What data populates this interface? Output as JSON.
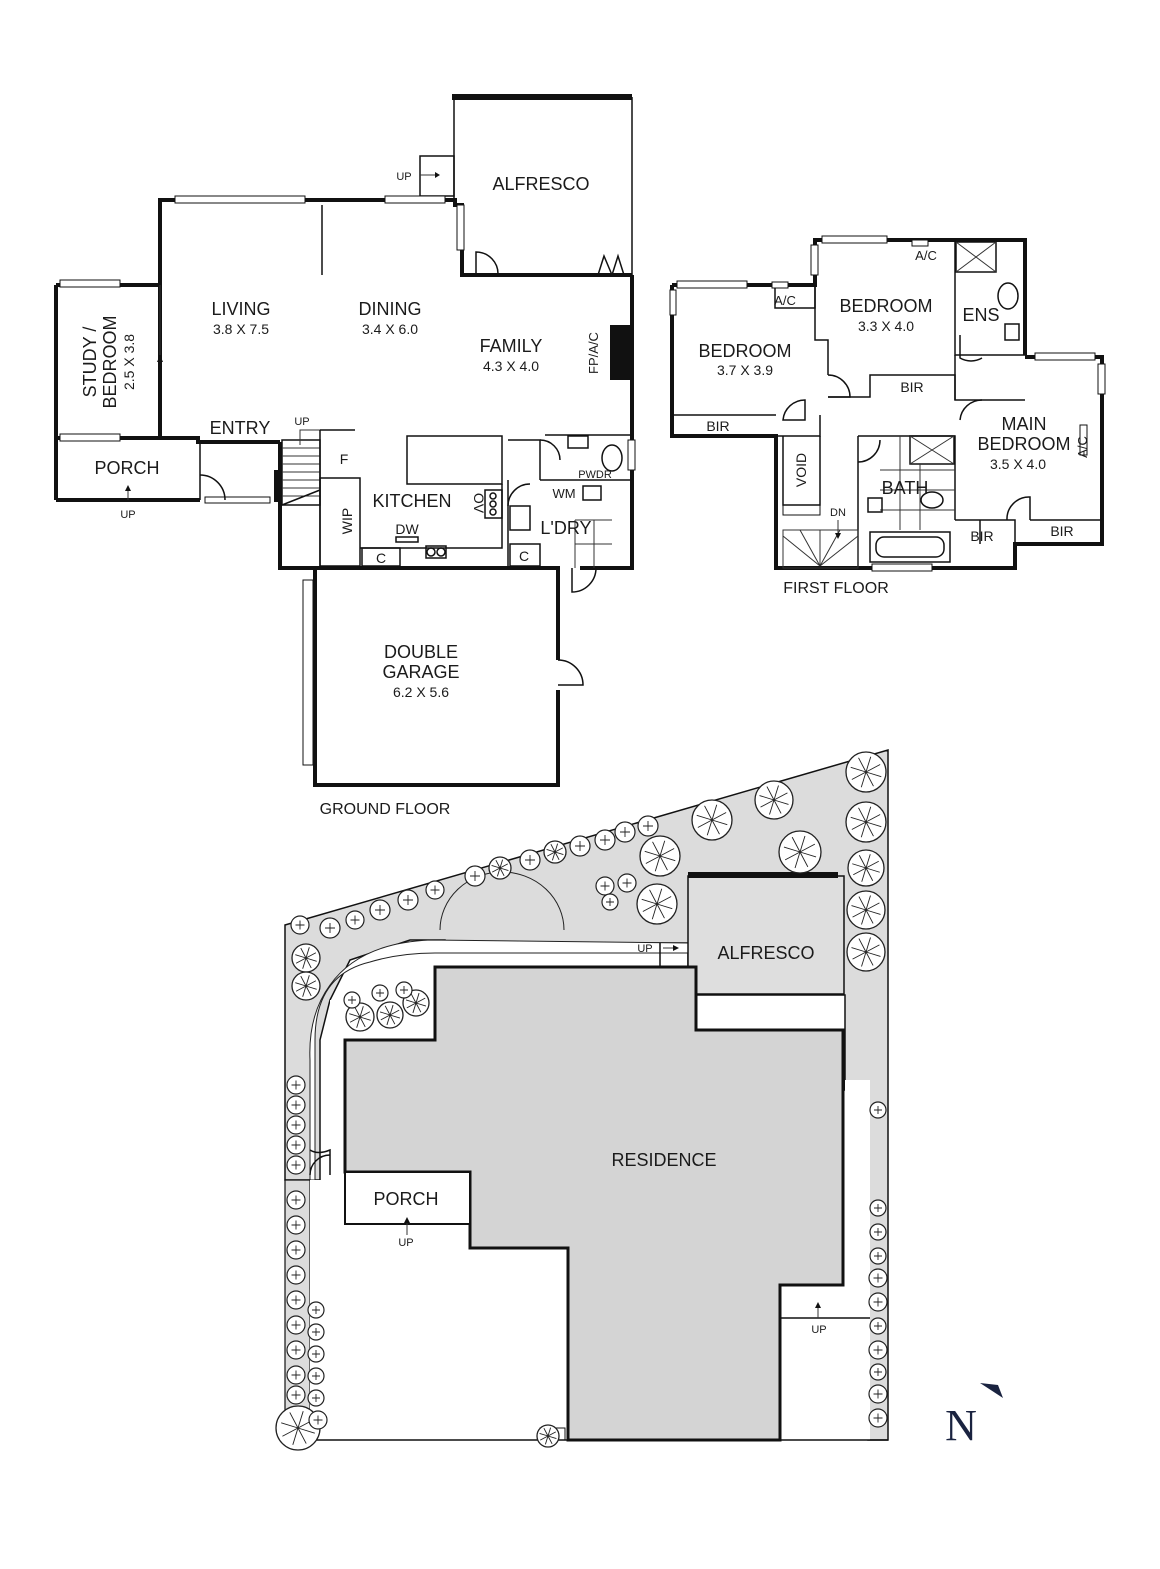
{
  "ground_floor": {
    "caption": "GROUND FLOOR",
    "alfresco": "ALFRESCO",
    "up_alfresco": "UP",
    "living": {
      "name": "LIVING",
      "size": "3.8 X 7.5"
    },
    "dining": {
      "name": "DINING",
      "size": "3.4 X 6.0"
    },
    "family": {
      "name": "FAMILY",
      "size": "4.3 X 4.0"
    },
    "fp_ac": "FP/A/C",
    "study": {
      "name_line1": "STUDY /",
      "name_line2": "BEDROOM",
      "size": "2.5 X 3.8"
    },
    "entry": "ENTRY",
    "up_entry": "UP",
    "porch": "PORCH",
    "up_porch": "UP",
    "fridge": "F",
    "kitchen": "KITCHEN",
    "wip": "WIP",
    "oven": "OV",
    "dw": "DW",
    "cupboard1": "C",
    "cupboard2": "C",
    "pwdr": "PWDR",
    "wm": "WM",
    "laundry": "L'DRY",
    "garage": {
      "name_line1": "DOUBLE",
      "name_line2": "GARAGE",
      "size": "6.2 X 5.6"
    }
  },
  "first_floor": {
    "caption": "FIRST FLOOR",
    "bedroom2": {
      "name": "BEDROOM",
      "size": "3.7 X 3.9",
      "ac": "A/C",
      "bir": "BIR"
    },
    "bedroom3": {
      "name": "BEDROOM",
      "size": "3.3 X 4.0",
      "ac": "A/C",
      "bir": "BIR"
    },
    "ens": "ENS",
    "main_bedroom": {
      "name_line1": "MAIN",
      "name_line2": "BEDROOM",
      "size": "3.5 X 4.0",
      "ac": "A/C",
      "bir1": "BIR",
      "bir2": "BIR"
    },
    "void": "VOID",
    "dn": "DN",
    "bath": "BATH"
  },
  "site_plan": {
    "alfresco": "ALFRESCO",
    "up_alfresco": "UP",
    "residence": "RESIDENCE",
    "porch": "PORCH",
    "up_porch": "UP",
    "up_side": "UP"
  },
  "north": "N"
}
